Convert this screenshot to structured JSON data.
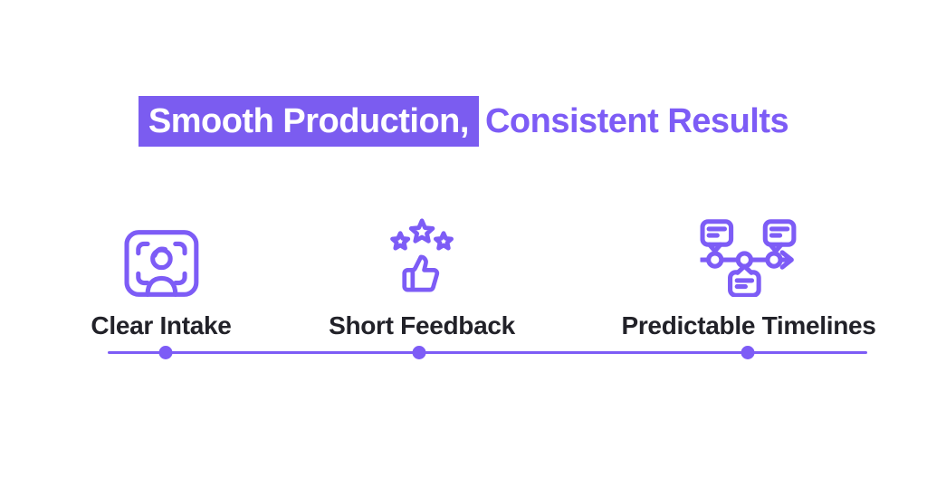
{
  "title": {
    "highlight_text": "Smooth Production,",
    "rest_text": "Consistent Results"
  },
  "features": [
    {
      "label": "Clear Intake",
      "icon": "person-frame-icon"
    },
    {
      "label": "Short Feedback",
      "icon": "thumbs-up-stars-icon"
    },
    {
      "label": "Predictable Timelines",
      "icon": "timeline-chat-icon"
    }
  ],
  "colors": {
    "accent": "#7d5cf6",
    "highlight_bg": "#7b5cf0",
    "highlight_fg": "#ffffff",
    "text_dark": "#222229",
    "page_bg": "#ffffff"
  }
}
